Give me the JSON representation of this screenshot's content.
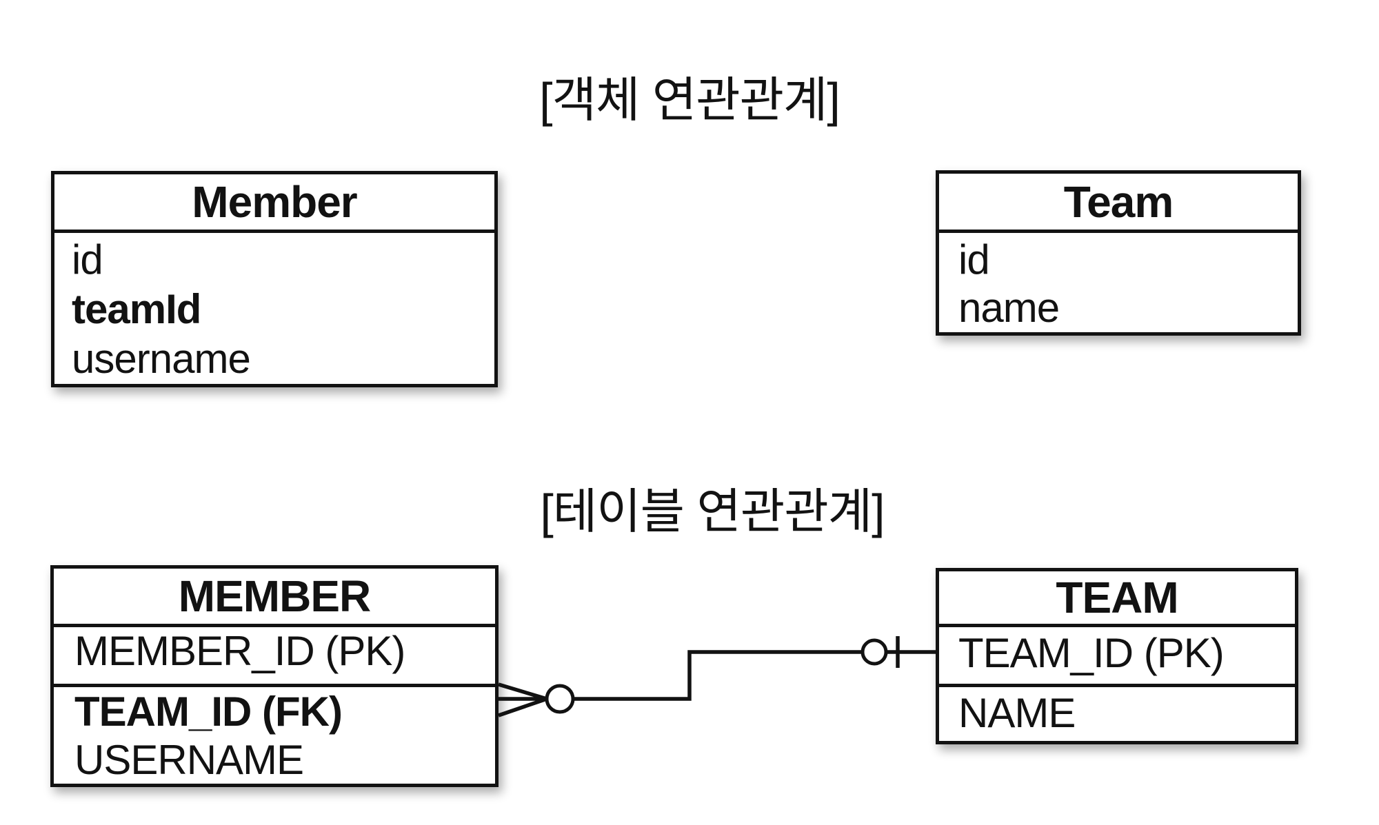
{
  "object_section": {
    "title": "[객체 연관관계]",
    "member_box": {
      "title": "Member",
      "fields": [
        "id",
        "teamId",
        "username"
      ]
    },
    "team_box": {
      "title": "Team",
      "fields": [
        "id",
        "name"
      ]
    }
  },
  "table_section": {
    "title": "[테이블 연관관계]",
    "member_table": {
      "title": "MEMBER",
      "pk_field": "MEMBER_ID (PK)",
      "fields": [
        "TEAM_ID (FK)",
        "USERNAME"
      ]
    },
    "team_table": {
      "title": "TEAM",
      "pk_field": "TEAM_ID (PK)",
      "fields": [
        "NAME"
      ]
    },
    "relationship": {
      "member_side_notation": "zero-or-many",
      "team_side_notation": "zero-or-one"
    }
  },
  "colors": {
    "ink": "#121212",
    "background": "#ffffff"
  }
}
